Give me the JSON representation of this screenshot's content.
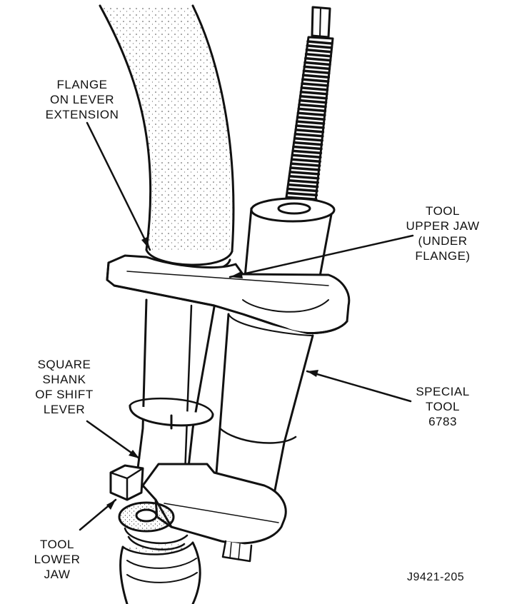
{
  "callouts": {
    "flange": [
      "FLANGE",
      "ON LEVER",
      "EXTENSION"
    ],
    "upper_jaw": [
      "TOOL",
      "UPPER JAW",
      "(UNDER",
      "FLANGE)"
    ],
    "square_shank": [
      "SQUARE",
      "SHANK",
      "OF SHIFT",
      "LEVER"
    ],
    "special_tool": [
      "SPECIAL",
      "TOOL",
      "6783"
    ],
    "lower_jaw": [
      "TOOL",
      "LOWER",
      "JAW"
    ]
  },
  "figure_id": "J9421-205",
  "colors": {
    "ink": "#111111",
    "paper": "#ffffff"
  }
}
